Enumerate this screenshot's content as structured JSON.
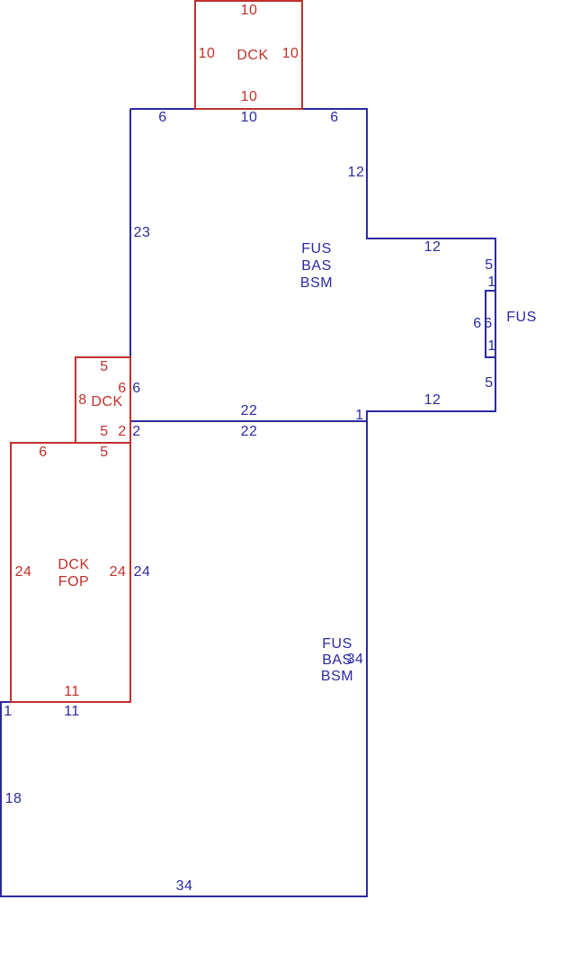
{
  "colors": {
    "main_structure": "#2a2aa0",
    "deck_overlay": "#c0302a",
    "background": "#ffffff"
  },
  "main": {
    "upper": {
      "codes": [
        "FUS",
        "BAS",
        "BSM"
      ],
      "dims": {
        "top_left": "6",
        "top_mid": "10",
        "top_right": "6",
        "right_upper": "12",
        "left": "23",
        "step_top": "12",
        "bottom": "22",
        "step_bottom": "12",
        "step_short": "1"
      }
    },
    "lower": {
      "codes": [
        "FUS",
        "BAS",
        "BSM"
      ],
      "dims": {
        "top": "22",
        "right": "34",
        "bottom": "34",
        "left": "18",
        "step_short": "1",
        "notch_bottom": "11",
        "notch_left": "24",
        "short_jog": "2",
        "deck_side": "6"
      }
    },
    "bump": {
      "code": "FUS",
      "dims": {
        "top": "5",
        "bottom": "5",
        "short_top": "1",
        "short_bottom": "1",
        "left_side": "6",
        "right_side": "6"
      }
    }
  },
  "decks": {
    "top": {
      "code": "DCK",
      "dims": {
        "top": "10",
        "left": "10",
        "right": "10",
        "bottom": "10"
      }
    },
    "small": {
      "code": "DCK",
      "dims": {
        "top": "5",
        "left": "8",
        "right": "6",
        "bottom": "5",
        "jog": "2"
      }
    },
    "porch": {
      "codes": [
        "DCK",
        "FOP"
      ],
      "dims": {
        "top_left": "6",
        "top_right": "5",
        "left": "24",
        "right": "24",
        "bottom": "11"
      }
    }
  }
}
